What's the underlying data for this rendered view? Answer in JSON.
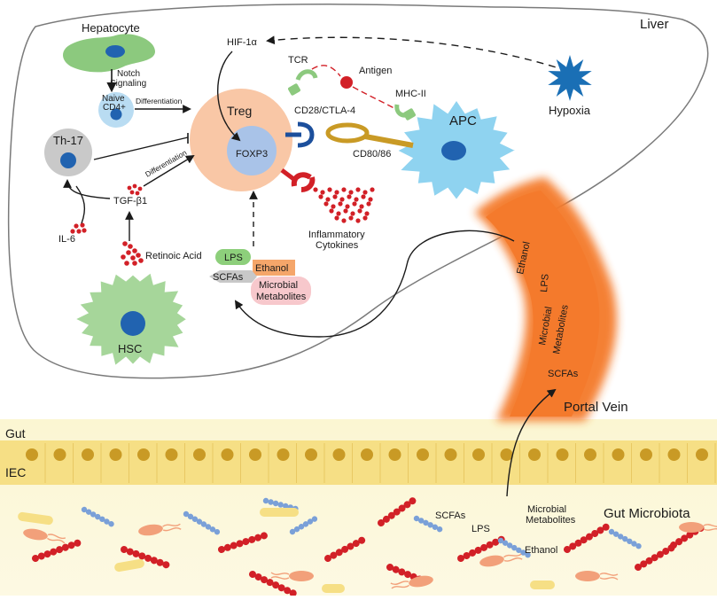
{
  "regions": {
    "liver": "Liver",
    "portal_vein": "Portal Vein",
    "gut": "Gut",
    "iec": "IEC",
    "gut_microbiota": "Gut Microbiota"
  },
  "cells": {
    "hepatocyte": "Hepatocyte",
    "naive_cd4_line1": "Naive",
    "naive_cd4_line2": "CD4+",
    "treg": "Treg",
    "foxp3": "FOXP3",
    "th17": "Th-17",
    "apc": "APC",
    "hsc": "HSC"
  },
  "molecules": {
    "hif1a": "HIF-1α",
    "hypoxia": "Hypoxia",
    "tcr": "TCR",
    "antigen": "Antigen",
    "mhc2": "MHC-II",
    "cd28_ctla4": "CD28/CTLA-4",
    "cd80_86": "CD80/86",
    "tgfb1": "TGF-β1",
    "il6": "IL-6",
    "retinoic_acid": "Retinoic Acid",
    "inflammatory_line1": "Inflammatory",
    "inflammatory_line2": "Cytokines",
    "lps": "LPS",
    "ethanol": "Ethanol",
    "scfas": "SCFAs",
    "microbial_line1": "Microbial",
    "microbial_line2": "Metabolites"
  },
  "process_labels": {
    "notch_line1": "Notch",
    "notch_line2": "Signaling",
    "differentiation_cd4": "Differentiation",
    "differentiation_tgf": "Differentiation"
  },
  "vein_labels": {
    "ethanol": "Ethanol",
    "lps": "LPS",
    "microbial_line1": "Microbial",
    "microbial_line2": "Metabolites",
    "scfas": "SCFAs"
  },
  "gut_labels": {
    "scfas": "SCFAs",
    "microbial_line1": "Microbial",
    "microbial_line2": "Metabolites",
    "lps": "LPS",
    "ethanol": "Ethanol"
  },
  "colors": {
    "hepatocyte": "#8cc97e",
    "naive_cell": "#b9dcf2",
    "nucleus": "#2163b0",
    "treg": "#f9c7a6",
    "foxp3": "#a9c3e8",
    "th17": "#c9c9c9",
    "apc": "#8fd3f0",
    "hsc": "#a6d69a",
    "hypoxia": "#1a6fb5",
    "dots": "#d22027",
    "portal_vein": "#f47a2c",
    "gut_band": "#fbf2c0",
    "iec_cell": "#f6df85",
    "iec_nucleus": "#c99a25",
    "lps_pill": "#8dcf7b",
    "ethanol_box": "#f5a66a",
    "scfa_chip": "#c8c8c8",
    "microbial_pill": "#f7c8cc",
    "receptor_green": "#8cc97e",
    "receptor_blue": "#1c4f9c",
    "receptor_gold": "#c99a25",
    "receptor_red": "#d22027"
  }
}
